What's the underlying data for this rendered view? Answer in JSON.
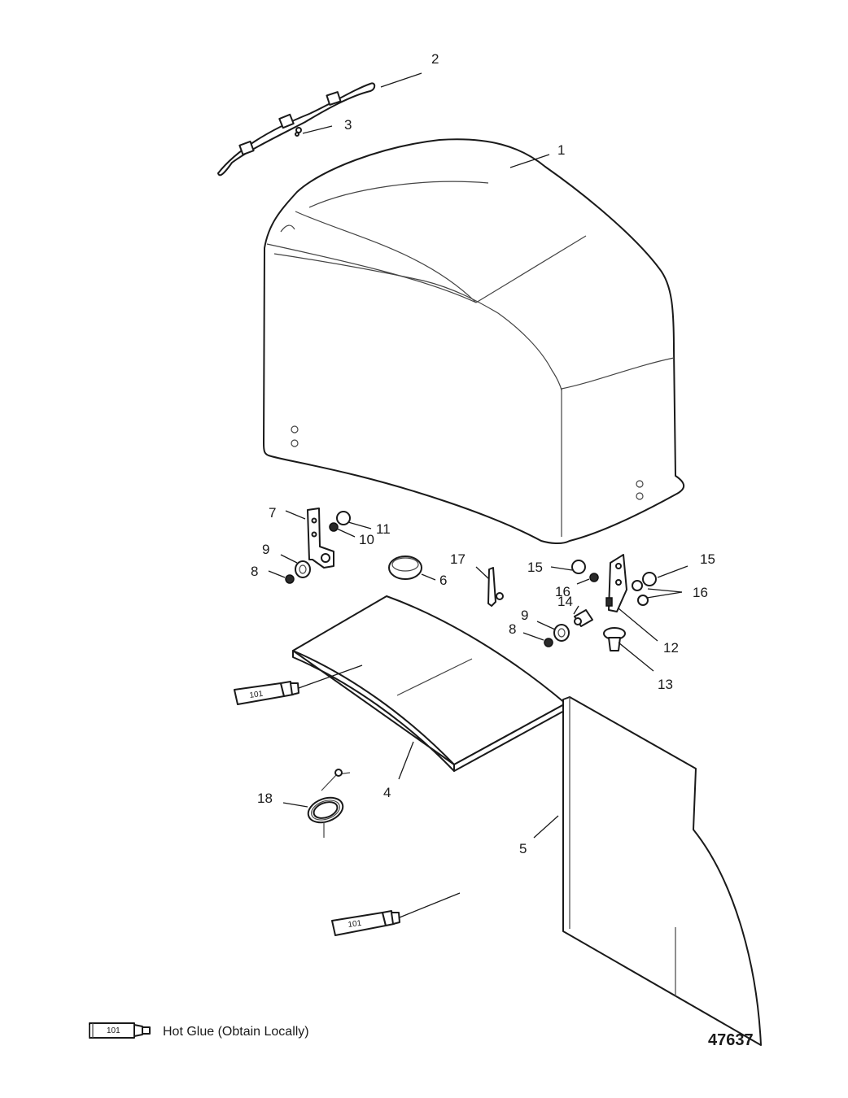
{
  "callouts": {
    "c1": "1",
    "c2": "2",
    "c3": "3",
    "c4": "4",
    "c5": "5",
    "c6": "6",
    "c7": "7",
    "c8a": "8",
    "c8b": "8",
    "c9a": "9",
    "c9b": "9",
    "c10": "10",
    "c11": "11",
    "c12": "12",
    "c13": "13",
    "c14": "14",
    "c15a": "15",
    "c15b": "15",
    "c16a": "16",
    "c16b": "16",
    "c17": "17",
    "c18": "18"
  },
  "glue_tube_label": "101",
  "legend": {
    "tube_label": "101",
    "text": "Hot Glue (Obtain Locally)"
  },
  "reference_number": "47637"
}
